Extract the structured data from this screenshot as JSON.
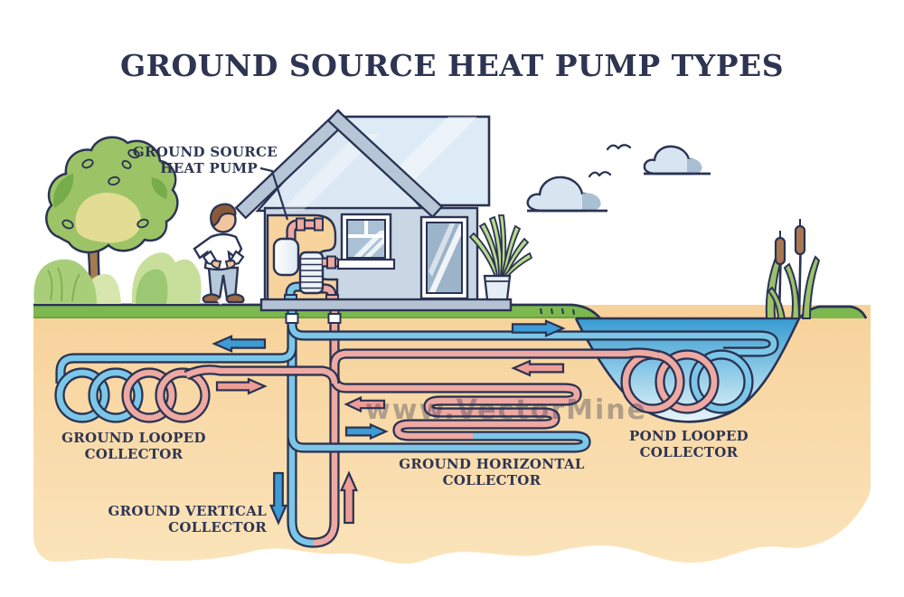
{
  "title": "GROUND SOURCE HEAT PUMP TYPES",
  "labels": {
    "heat_pump": [
      "GROUND SOURCE",
      "HEAT PUMP"
    ],
    "ground_looped": [
      "GROUND LOOPED",
      "COLLECTOR"
    ],
    "ground_vertical": [
      "GROUND VERTICAL",
      "COLLECTOR"
    ],
    "ground_horizontal": [
      "GROUND HORIZONTAL",
      "COLLECTOR"
    ],
    "pond_looped": [
      "POND LOOPED",
      "COLLECTOR"
    ]
  },
  "watermark": "www.VectorMine",
  "colors": {
    "outline": "#2a3353",
    "text": "#2e3452",
    "pipe_blue": "#7cc7e8",
    "pipe_pink": "#eda9a2",
    "arrow_blue": "#3d9bd5",
    "arrow_pink": "#ec9d96",
    "ground_top": "#f7d29a",
    "ground_bottom": "#fbe4bb",
    "grass": "#7cb84e",
    "grass_edge": "#68a33e",
    "water_top": "#379bd0",
    "water_mid": "#85c6e5",
    "water_bottom": "#eef7fb",
    "wall": "#c9d7e5",
    "gable": "#dce9f4",
    "roof_band": "#b6c6d7",
    "roof_panel": "#dcebf6",
    "foundation": "#b4c3d4",
    "glass": "#aac1d5",
    "glass_dark": "#9cb4c9",
    "interior": "#f6d29d",
    "cloud": "#d7e5f0",
    "cloud_dark": "#aabfd4",
    "tree_green": "#9cc466",
    "tree_inner": "#e3dd94",
    "tree_dark": "#76ad4a",
    "bush_light": "#c7df9b",
    "bush_mid": "#9cc873",
    "bush_left": "#a9ce79",
    "trunk": "#a57a4e",
    "skin": "#f3c59c",
    "hair": "#8a5a38",
    "jeans": "#b5c9db",
    "shoes": "#9a6a45",
    "cattail": "#aa7850",
    "reed_green": "#9cc169"
  }
}
